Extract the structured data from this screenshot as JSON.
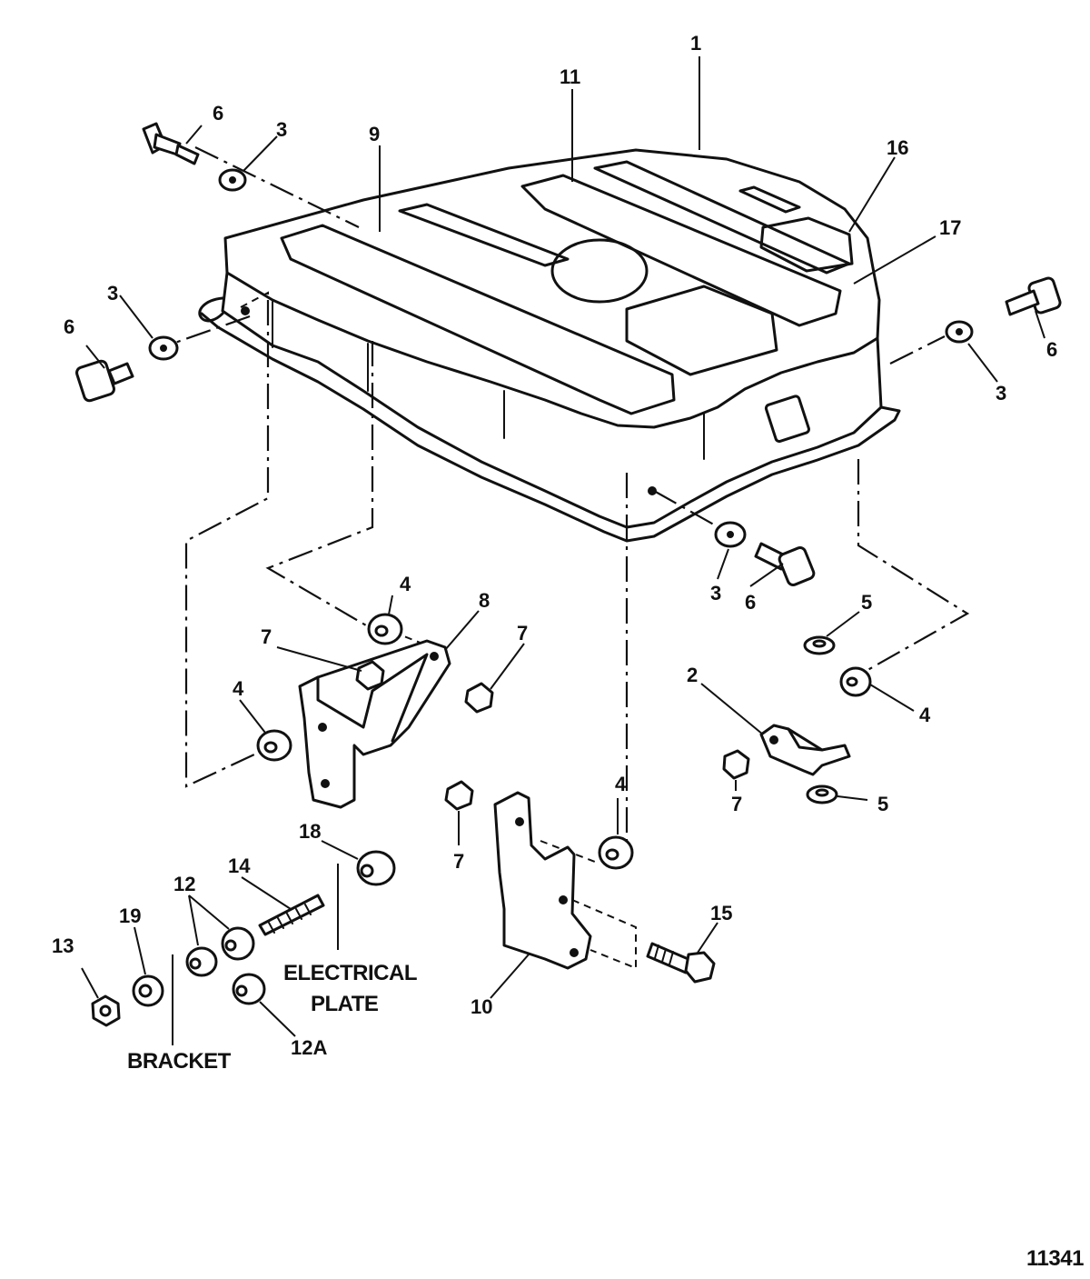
{
  "figure_id": "11341",
  "captions": {
    "electrical_plate_line1": "ELECTRICAL",
    "electrical_plate_line2": "PLATE",
    "bracket": "BRACKET"
  },
  "callouts": [
    {
      "id": "c1",
      "text": "1"
    },
    {
      "id": "c11",
      "text": "11"
    },
    {
      "id": "c16",
      "text": "16"
    },
    {
      "id": "c17",
      "text": "17"
    },
    {
      "id": "c9",
      "text": "9"
    },
    {
      "id": "c6a",
      "text": "6"
    },
    {
      "id": "c3a",
      "text": "3"
    },
    {
      "id": "c3b",
      "text": "3"
    },
    {
      "id": "c6b",
      "text": "6"
    },
    {
      "id": "c6c",
      "text": "6"
    },
    {
      "id": "c3c",
      "text": "3"
    },
    {
      "id": "c3d",
      "text": "3"
    },
    {
      "id": "c6d",
      "text": "6"
    },
    {
      "id": "c4a",
      "text": "4"
    },
    {
      "id": "c8",
      "text": "8"
    },
    {
      "id": "c7a",
      "text": "7"
    },
    {
      "id": "c7b",
      "text": "7"
    },
    {
      "id": "c4b",
      "text": "4"
    },
    {
      "id": "c5a",
      "text": "5"
    },
    {
      "id": "c2",
      "text": "2"
    },
    {
      "id": "c4c",
      "text": "4"
    },
    {
      "id": "c7c",
      "text": "7"
    },
    {
      "id": "c5b",
      "text": "5"
    },
    {
      "id": "c4d",
      "text": "4"
    },
    {
      "id": "c7d",
      "text": "7"
    },
    {
      "id": "c18",
      "text": "18"
    },
    {
      "id": "c14",
      "text": "14"
    },
    {
      "id": "c12",
      "text": "12"
    },
    {
      "id": "c19",
      "text": "19"
    },
    {
      "id": "c13",
      "text": "13"
    },
    {
      "id": "c15",
      "text": "15"
    },
    {
      "id": "c10",
      "text": "10"
    },
    {
      "id": "c12a",
      "text": "12A"
    }
  ]
}
